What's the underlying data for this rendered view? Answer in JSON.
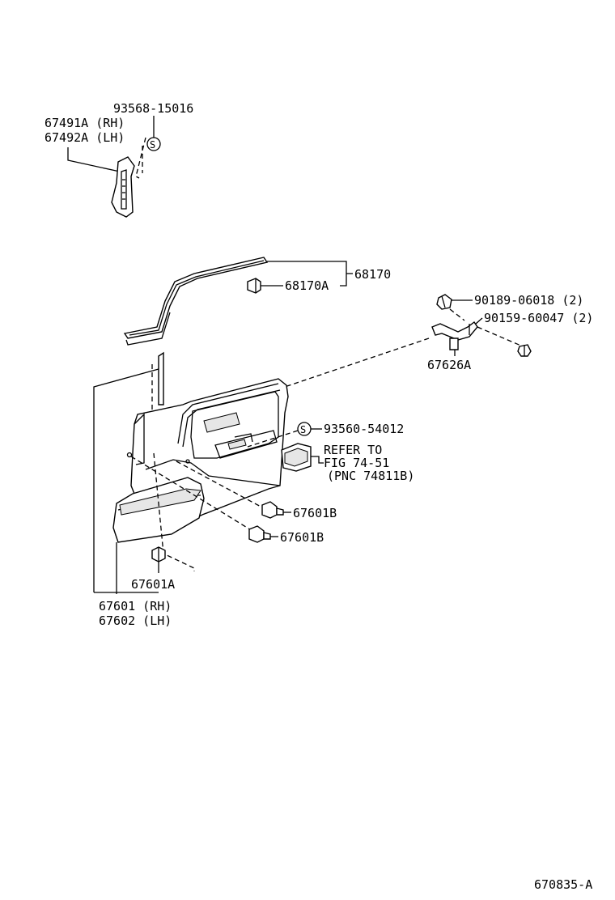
{
  "diagram": {
    "labels": {
      "screw_93568": "93568-15016",
      "handle_rh": "67491A (RH)",
      "handle_lh": "67492A (LH)",
      "weatherstrip": "68170",
      "weatherstrip_clip": "68170A",
      "bolt_90189": "90189-06018 (2)",
      "bolt_90159": "90159-60047 (2)",
      "bracket": "67626A",
      "screw_93560": "93560-54012",
      "refer_1": "REFER TO",
      "refer_2": "FIG 74-51",
      "refer_3": "(PNC 74811B)",
      "clip_b_upper": "67601B",
      "clip_b_lower": "67601B",
      "clip_a": "67601A",
      "panel_rh": "67601 (RH)",
      "panel_lh": "67602 (LH)",
      "figure_id": "670835-A"
    },
    "symbols": {
      "screw_symbol": "S"
    }
  }
}
